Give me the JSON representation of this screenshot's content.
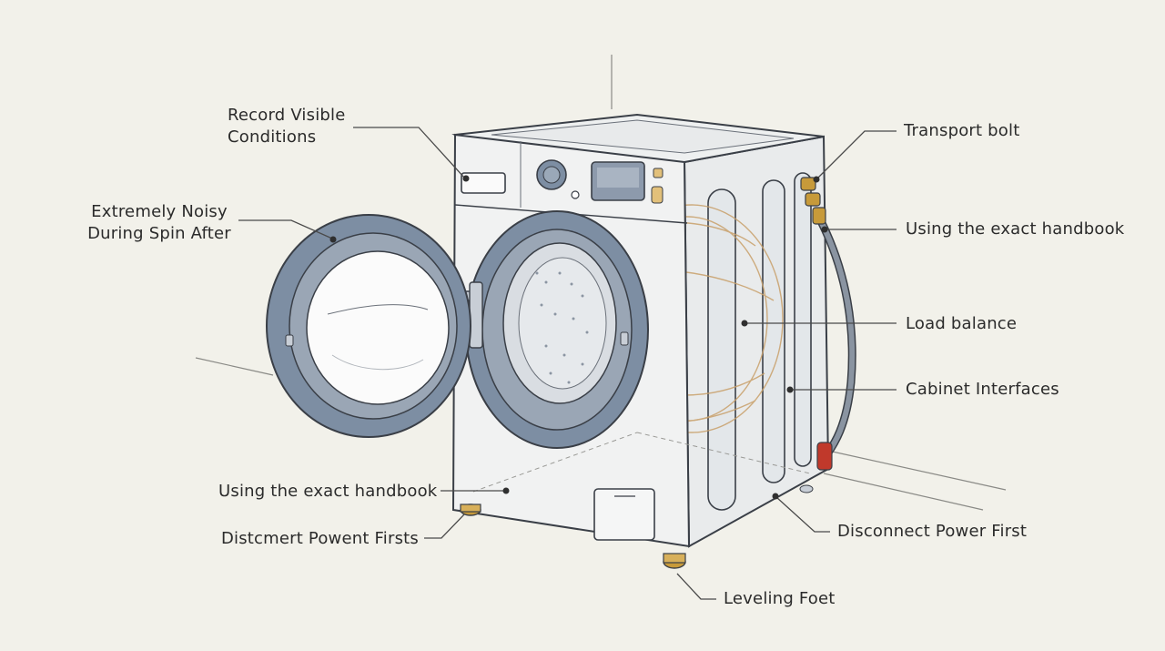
{
  "labels": {
    "record_visible_conditions": "Record Visible\nConditions",
    "extremely_noisy": "Extremely Noisy\nDuring Spin After",
    "using_exact_handbook_left": "Using the exact handbook",
    "disconnect_power_firsts": "Distcmert Powent Firsts",
    "transport_bolt": "Transport bolt",
    "using_exact_handbook_right": "Using the exact handbook",
    "load_balance": "Load balance",
    "cabinet_interfaces": "Cabinet Interfaces",
    "disconnect_power_first": "Disconnect Power First",
    "leveling_foot": "Leveling Foet"
  },
  "colors": {
    "background": "#f2f1ea",
    "door_ring": "#7d8ea3",
    "outline": "#3a3f47",
    "drum_sketch": "#c9a06a",
    "brass": "#c79a3a",
    "hose": "#8a94a1",
    "red_plug": "#c0392b"
  }
}
